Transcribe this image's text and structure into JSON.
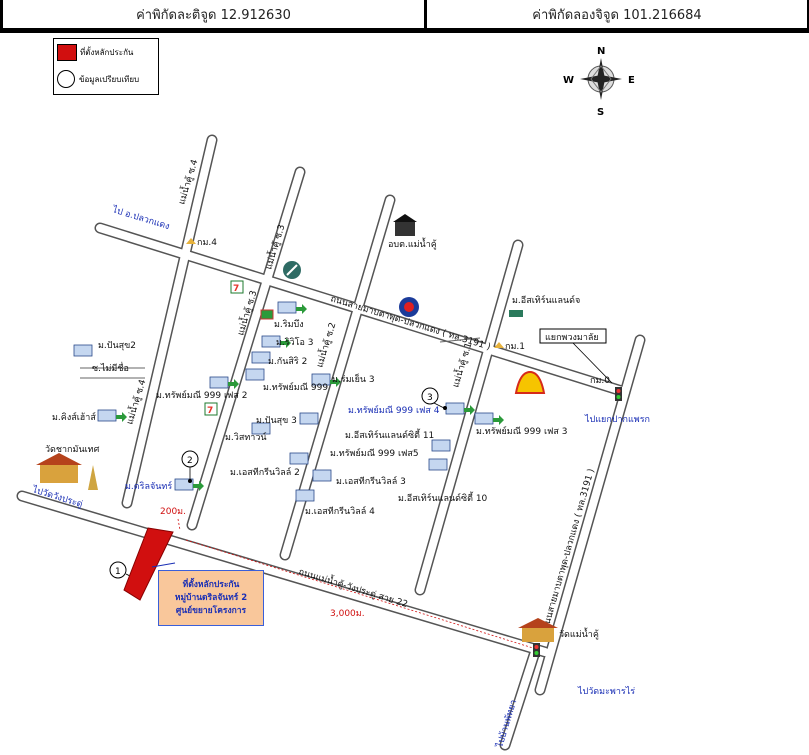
{
  "header": {
    "lat": "ค่าพิกัดละติจูด 12.912630",
    "lon": "ค่าพิกัดลองจิจูด 101.216684"
  },
  "legend": {
    "project": "ที่ตั้งหลักประกัน",
    "compare": "ข้อมูลเปรียบเทียบ"
  },
  "compass": {
    "n": "N",
    "s": "S",
    "e": "E",
    "w": "W"
  },
  "roads": {
    "main_top": "ถนนสายมาบตาพุด-ปลวกแดง ( ทล.3191 )",
    "main_right": "ถนนสายมาบตาพุด-ปลวกแดง ( ทล.3191 )",
    "main_bottom": "ถนนแม่น้ำคู้-วังประดู่ สาย 22",
    "soi_1": "แม่น้ำคู้ ซ.1",
    "soi_2": "แม่น้ำคู้ ซ.2",
    "soi_3a": "แม่น้ำคู้ ซ.3",
    "soi_3b": "แม่น้ำคู้ ซ.3",
    "soi_4a": "แม่น้ำคู้ ซ.4",
    "soi_4b": "แม่น้ำคู้ ซ.4"
  },
  "directions": {
    "pluakdaeng": "ไป อ.ปลวกแดง",
    "wangpradu": "ไปวัดวังประดู่",
    "yaekpakphaek": "ไปแยกปากแพรก",
    "watmaptaphut": "ไปวัดมะพารไร่",
    "banphaya": "ไปบ้านพัทยา"
  },
  "places": {
    "km4": "กม.4",
    "km1": "กม.1",
    "km0": "กม.0",
    "obt": "อบต.แม่น้ำคู้",
    "eastern": "ม.อีสเทิร์นแลนด์จ",
    "junction": "แยกพวงมาลัย",
    "wat_left": "วัดชากมันเทศ",
    "wat_right": "วัดแม่น้ำคู้",
    "soi_namsue": "ซ.ไม่มีชื่อ"
  },
  "villages": [
    "ม.ริมบึง",
    "ม.ริวิโอ 3",
    "ม.กันสิริ 2",
    "ม.ทรัพย์มณี 999",
    "ม.ร่มเย็น 3",
    "ม.ทรัพย์มณี 999 เฟส 2",
    "ม.ปันสุข2",
    "ม.คิงส์เฮ้าส์",
    "ม.ปันสุข 3",
    "ม.วิสทาวน์",
    "ม.เอสทีกรีนวิลล์ 2",
    "ม.เอสทีกรีนวิลล์ 3",
    "ม.เอสทีกรีนวิลล์ 4",
    "ม.ทรัพย์มณี 999 เฟส 4",
    "ม.ทรัพย์มณี 999 เฟส 3",
    "ม.อีสเทิร์นแลนด์ซิตี้ 11",
    "ม.ทรัพย์มณี 999 เฟส5",
    "ม.อีสเทิร์นแลนด์ซิตี้ 10",
    "ม.ดริลจันทร์"
  ],
  "markers": {
    "m1": "1",
    "m2": "2",
    "m3": "3"
  },
  "distances": {
    "d200": "200ม.",
    "d3000": "3,000ม."
  },
  "callout": {
    "line1": "ที่ตั้งหลักประกัน",
    "line2": "หมู่บ้านดริลจันทร์ 2",
    "line3": "ศูนย์ขยายโครงการ"
  },
  "colors": {
    "project": "#d10f0f",
    "callout_bg": "#f9c79b",
    "road_label": "#1a2fb5"
  }
}
